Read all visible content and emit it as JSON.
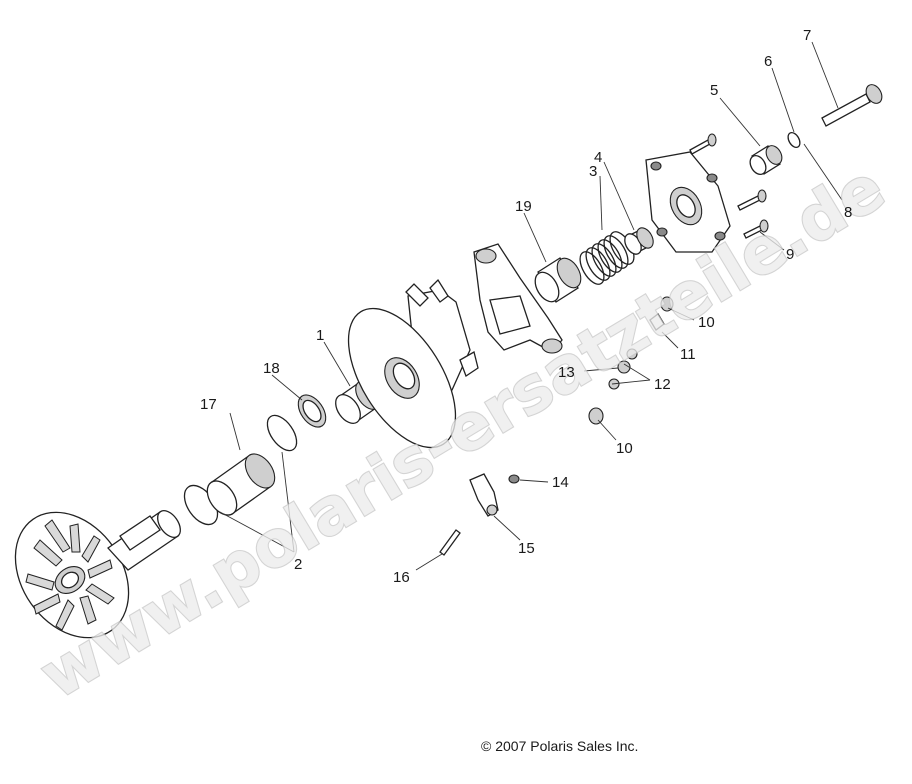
{
  "diagram": {
    "callouts": [
      "1",
      "2",
      "3",
      "4",
      "5",
      "6",
      "7",
      "8",
      "9",
      "10",
      "10",
      "11",
      "12",
      "13",
      "14",
      "15",
      "16",
      "17",
      "18",
      "19"
    ],
    "copyright": "© 2007 Polaris Sales Inc.",
    "watermark": "www.polaris-ersatzteile.de"
  }
}
